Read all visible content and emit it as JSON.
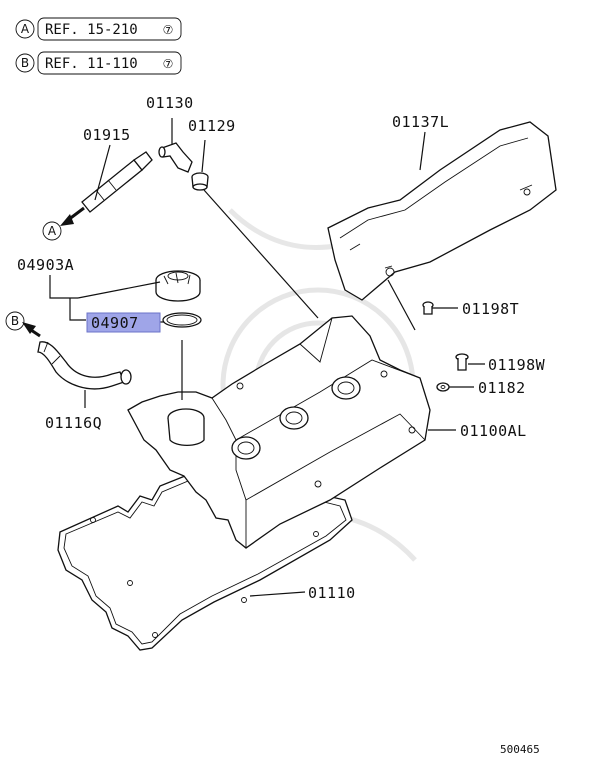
{
  "references": [
    {
      "marker": "A",
      "text": "REF. 15-210",
      "circled": "⑦"
    },
    {
      "marker": "B",
      "text": "REF. 11-110",
      "circled": "⑦"
    }
  ],
  "parts": {
    "p01130": "01130",
    "p01915": "01915",
    "p01129": "01129",
    "p01137L": "01137L",
    "p04903A": "04903A",
    "p04907": "04907",
    "p01198T": "01198T",
    "p01198W": "01198W",
    "p01182": "01182",
    "p01116Q": "01116Q",
    "p01100AL": "01100AL",
    "p01110": "01110"
  },
  "markers": {
    "a": "A",
    "b": "B"
  },
  "highlight_color": "#9fa5e8",
  "figure_number": "500465"
}
